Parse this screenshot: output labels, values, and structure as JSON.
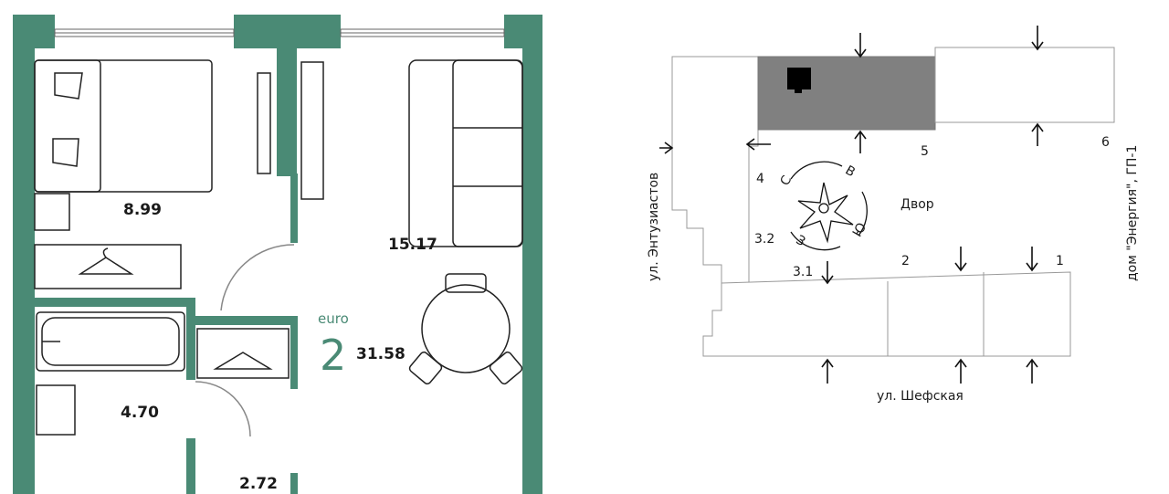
{
  "floorplan": {
    "rooms": [
      {
        "id": "bedroom",
        "area": "8.99"
      },
      {
        "id": "living",
        "area": "15.17"
      },
      {
        "id": "bath",
        "area": "4.70"
      },
      {
        "id": "hall",
        "area": "2.72"
      }
    ],
    "type_label": "euro",
    "rooms_count": "2",
    "total_area": "31.58",
    "wall_color": "#4a8a75"
  },
  "siteplan": {
    "courtyard": "Двор",
    "street_bottom": "ул. Шефская",
    "street_left": "ул. Энтузиастов",
    "building_right": "дом \"Энергия\", ГП-1",
    "sections": [
      "1",
      "2",
      "3.1",
      "3.2",
      "4",
      "5",
      "6"
    ],
    "compass": {
      "n": "С",
      "e": "В",
      "s": "Ю",
      "w": "З"
    },
    "highlight_color": "#808080"
  }
}
